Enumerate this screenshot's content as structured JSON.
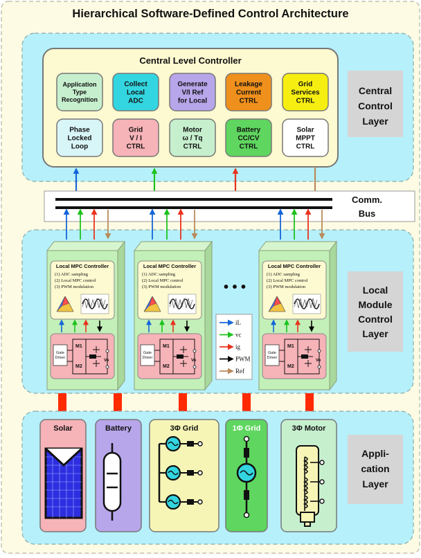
{
  "title": "Hierarchical Software-Defined Control Architecture",
  "central": {
    "heading": "Central Level Controller",
    "blocks": [
      {
        "lines": [
          "Application",
          "Type",
          "Recognition"
        ],
        "fill": "#c6efce",
        "fs": 9
      },
      {
        "lines": [
          "Collect",
          "Local",
          "ADC"
        ],
        "fill": "#33d6e0",
        "fs": 10
      },
      {
        "lines": [
          "Generate",
          "V/I Ref",
          "for Local"
        ],
        "fill": "#b7a6ea",
        "fs": 10
      },
      {
        "lines": [
          "Leakage",
          "Current",
          "CTRL"
        ],
        "fill": "#f0901c",
        "fs": 10
      },
      {
        "lines": [
          "Grid",
          "Services",
          "CTRL"
        ],
        "fill": "#f6ee10",
        "fs": 10
      },
      {
        "lines": [
          "Phase",
          "Locked",
          "Loop"
        ],
        "fill": "#d8f5f8",
        "fs": 10
      },
      {
        "lines": [
          "Grid",
          "V / I",
          "CTRL"
        ],
        "fill": "#f6b3b8",
        "fs": 10
      },
      {
        "lines": [
          "Motor",
          "ω / Tq",
          "CTRL"
        ],
        "fill": "#c6efce",
        "fs": 10
      },
      {
        "lines": [
          "Battery",
          "CC/CV",
          "CTRL"
        ],
        "fill": "#5fd65f",
        "fs": 10
      },
      {
        "lines": [
          "Solar",
          "MPPT",
          "CTRL"
        ],
        "fill": "#ffffff",
        "fs": 10
      }
    ]
  },
  "layers": {
    "central": [
      "Central",
      "Control",
      "Layer"
    ],
    "local": [
      "Local",
      "Module",
      "Control",
      "Layer"
    ],
    "application": [
      "Appli-",
      "cation",
      "Layer"
    ]
  },
  "bus_label": [
    "Comm.",
    "Bus"
  ],
  "module": {
    "title": "Local MPC Controller",
    "steps": [
      "(1) ADC sampling",
      "(2) Local MPC control",
      "(3) PWM modulation"
    ],
    "gate_driver": [
      "Gate",
      "Driver"
    ],
    "m1": "M1",
    "m2": "M2",
    "vo": "Vo"
  },
  "ellipsis": "• • •",
  "legend": [
    {
      "label": "iL",
      "color": "#1565d8"
    },
    {
      "label": "vc",
      "color": "#1ec21e"
    },
    {
      "label": "ig",
      "color": "#e8321e"
    },
    {
      "label": "PWM",
      "color": "#000000"
    },
    {
      "label": "Ref",
      "color": "#b98a5a"
    }
  ],
  "apps": [
    {
      "label": "Solar",
      "fill": "#f6b3b8"
    },
    {
      "label": "Battery",
      "fill": "#b7a6ea"
    },
    {
      "label": "3Φ Grid",
      "fill": "#f6f5b6"
    },
    {
      "label": "1Φ Grid",
      "fill": "#5fd65f"
    },
    {
      "label": "3Φ Motor",
      "fill": "#c6efce"
    }
  ],
  "colors": {
    "outer_bg": "#fdfbe3",
    "layer_bg": "#b6f0fb",
    "central_box": "#fdf9d0",
    "module_fill": "#c3f0b8",
    "power_link": "#ff2a00",
    "arrow_blue": "#1565d8",
    "arrow_green": "#1ec21e",
    "arrow_red": "#e8321e",
    "arrow_brown": "#b98a5a"
  }
}
